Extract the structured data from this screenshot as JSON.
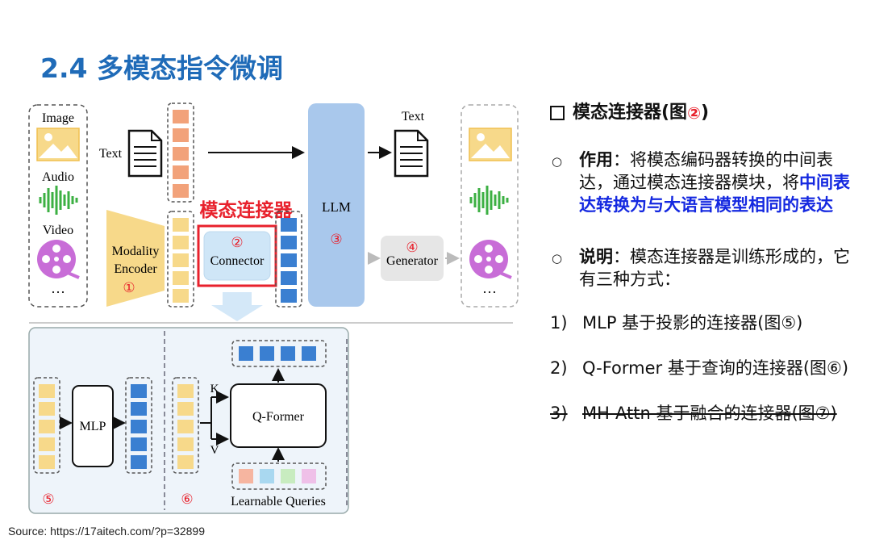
{
  "slide": {
    "title": "2.4 多模态指令微调",
    "source": "Source: https://17aitech.com/?p=32899"
  },
  "diagram": {
    "input_image": "Image",
    "input_audio": "Audio",
    "input_video": "Video",
    "ellipsis": "···",
    "text_in": "Text",
    "text_out": "Text",
    "encoder_line1": "Modality",
    "encoder_line2": "Encoder",
    "num1": "①",
    "connector_overlay": "模态连接器",
    "num2": "②",
    "connector": "Connector",
    "llm": "LLM",
    "num3": "③",
    "num4": "④",
    "generator": "Generator",
    "mlp": "MLP",
    "num5": "⑤",
    "num6": "⑥",
    "k": "K",
    "v": "V",
    "qformer": "Q-Former",
    "learnable": "Learnable Queries"
  },
  "right": {
    "heading_main": "模态连接器(图",
    "heading_circ": "②",
    "heading_close": ")",
    "b1_label": "作用",
    "b1_text1": "：将模态编码器转换的中间表达，通过模态连接器模块，将",
    "b1_blue": "中间表达转换为与大语言模型相同的表达",
    "b2_label": "说明",
    "b2_text": "：模态连接器是训练形成的，它有三种方式：",
    "i1_num": "1)",
    "i1_text": "MLP 基于投影的连接器(图⑤)",
    "i2_num": "2)",
    "i2_text": "Q-Former 基于查询的连接器(图⑥)",
    "i3_num": "3)",
    "i3_text": "MH-Attn 基于融合的连接器(图⑦)"
  },
  "colors": {
    "title_blue": "#1f6bb8",
    "red": "#e8212c",
    "emphasis_blue": "#1428e0",
    "token_orange": "#f2a27a",
    "token_yellow": "#f7d98a",
    "token_blue": "#3a7fd1",
    "llm_blue": "#a9c8ec",
    "connector_blue": "#cfe6f7"
  }
}
